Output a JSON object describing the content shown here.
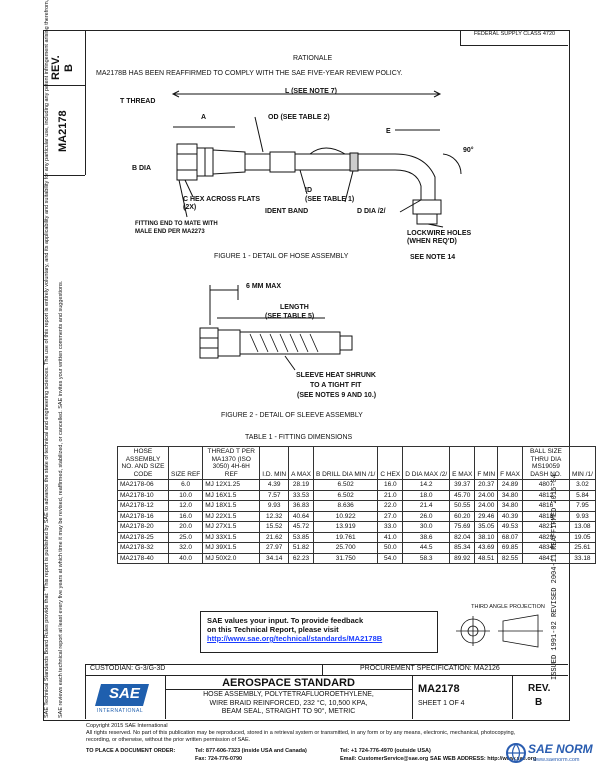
{
  "header": {
    "rev_label": "REV.",
    "rev_value": "B",
    "doc_number": "MA2178",
    "issue_date_note": "ISSUED 1991-02   REVISED 2004-11   REAFFIRMED 2015-04",
    "top_right_note": "FEDERAL SUPPLY CLASS 4720"
  },
  "left_margin_text": [
    "SAE Technical Standards Board Rules provide that: \"This report is published by SAE to advance the state of technical and engineering sciences. The use of this report is entirely voluntary, and its applicability and suitability for any particular use, including any patent infringement arising therefrom, is the sole responsibility of the user.\"",
    "SAE reviews each technical report at least every five years at which time it may be revised, reaffirmed, stabilized, or cancelled. SAE invites your written comments and suggestions."
  ],
  "rationale": {
    "title": "RATIONALE",
    "text": "MA2178B HAS BEEN REAFFIRMED TO COMPLY WITH THE SAE FIVE-YEAR REVIEW POLICY."
  },
  "figure1": {
    "labels": {
      "t_thread": "T THREAD",
      "l_note": "L (SEE NOTE 7)",
      "a": "A",
      "od_note": "OD (SEE TABLE 2)",
      "e": "E",
      "angle": "90°",
      "b_dia": "B DIA",
      "c_hex": "C HEX ACROSS FLATS (2X)",
      "id_band": "IDENT BAND",
      "id": "ID",
      "see_table1": "(SEE TABLE 1)",
      "d_dia": "D DIA /2/",
      "fitting_end": "FITTING END TO MATE WITH MALE END PER MA2273",
      "lockwire": "LOCKWIRE HOLES (WHEN REQ'D)",
      "see_note14": "SEE NOTE 14"
    },
    "caption": "FIGURE 1 - DETAIL OF HOSE ASSEMBLY"
  },
  "figure2": {
    "labels": {
      "max": "6 MM MAX",
      "length": "LENGTH",
      "see_table5": "(SEE TABLE 5)",
      "sleeve": "SLEEVE HEAT SHRUNK",
      "tight_fit": "TO A TIGHT FIT",
      "see_notes": "(SEE NOTES 9 AND 10.)"
    },
    "caption": "FIGURE 2 - DETAIL OF SLEEVE ASSEMBLY"
  },
  "table1": {
    "title": "TABLE 1 - FITTING DIMENSIONS",
    "headers": [
      "HOSE ASSEMBLY NO. AND SIZE CODE",
      "SIZE REF",
      "THREAD T PER MA1370 (ISO 3050) 4H-6H REF",
      "I.D. MIN",
      "A MAX",
      "B DRILL DIA MIN /1/",
      "C HEX",
      "D DIA MAX /2/",
      "E MAX",
      "F MIN",
      "F MAX",
      "BALL SIZE THRU DIA MS19059 DASH NO.",
      "MIN /1/"
    ],
    "rows": [
      [
        "MA2178-06",
        "6.0",
        "MJ 12X1.25",
        "4.39",
        "28.19",
        "6.502",
        "16.0",
        "14.2",
        "39.37",
        "20.37",
        "24.89",
        "4807",
        "3.02"
      ],
      [
        "MA2178-10",
        "10.0",
        "MJ 16X1.5",
        "7.57",
        "33.53",
        "6.502",
        "21.0",
        "18.0",
        "45.70",
        "24.00",
        "34.80",
        "4812",
        "5.84"
      ],
      [
        "MA2178-12",
        "12.0",
        "MJ 18X1.5",
        "9.93",
        "36.83",
        "8.636",
        "22.0",
        "21.4",
        "50.55",
        "24.00",
        "34.80",
        "4816",
        "7.95"
      ],
      [
        "MA2178-16",
        "16.0",
        "MJ 22X1.5",
        "12.32",
        "40.64",
        "10.922",
        "27.0",
        "26.0",
        "60.20",
        "29.46",
        "40.39",
        "4818",
        "9.93"
      ],
      [
        "MA2178-20",
        "20.0",
        "MJ 27X1.5",
        "15.52",
        "45.72",
        "13.919",
        "33.0",
        "30.0",
        "75.69",
        "35.05",
        "49.53",
        "4821",
        "13.08"
      ],
      [
        "MA2178-25",
        "25.0",
        "MJ 33X1.5",
        "21.62",
        "53.85",
        "19.761",
        "41.0",
        "38.6",
        "82.04",
        "38.10",
        "68.07",
        "4829",
        "19.05"
      ],
      [
        "MA2178-32",
        "32.0",
        "MJ 39X1.5",
        "27.97",
        "51.82",
        "25.700",
        "50.0",
        "44.5",
        "85.34",
        "43.69",
        "69.85",
        "4834",
        "25.61"
      ],
      [
        "MA2178-40",
        "40.0",
        "MJ 50X2.0",
        "34.14",
        "62.23",
        "31.750",
        "54.0",
        "58.3",
        "89.92",
        "48.51",
        "82.55",
        "4841",
        "33.18"
      ]
    ]
  },
  "feedback": {
    "line1": "SAE values your input. To provide feedback",
    "line2": "on this Technical Report, please visit",
    "link": "http://www.sae.org/technical/standards/MA2178B"
  },
  "projection": {
    "label": "THIRD ANGLE PROJECTION"
  },
  "footer": {
    "custodian": "CUSTODIAN: G-3/G-3D",
    "procurement": "PROCUREMENT SPECIFICATION: MA2126",
    "logo_text": "SAE",
    "logo_sub": "INTERNATIONAL",
    "standard_title": "AEROSPACE STANDARD",
    "desc_line1": "HOSE ASSEMBLY, POLYTETRAFLUOROETHYLENE,",
    "desc_line2": "WIRE BRAID REINFORCED, 232 °C, 10,500 KPA,",
    "desc_line3": "BEAM SEAL, STRAIGHT TO 90°, METRIC",
    "doc_number": "MA2178",
    "sheet": "SHEET 1 OF 4",
    "rev_label": "REV.",
    "rev_value": "B"
  },
  "copyright": {
    "line1": "Copyright 2015 SAE International",
    "line2": "All rights reserved. No part of this publication may be reproduced, stored in a retrieval system or transmitted, in any form or by any means, electronic, mechanical, photocopying,",
    "line3": "recording, or otherwise, without the prior written permission of SAE.",
    "order_label": "TO PLACE A DOCUMENT ORDER:",
    "tel1": "Tel: 877-606-7323 (inside USA and Canada)",
    "tel2": "Tel: +1 724-776-4970 (outside USA)",
    "fax": "Fax: 724-776-0790",
    "email": "Email: CustomerService@sae.org",
    "web": "SAE WEB ADDRESS: http://www.sae.org"
  },
  "watermark": {
    "text": "SAE NORM",
    "sub": "www.saenorm.com"
  }
}
